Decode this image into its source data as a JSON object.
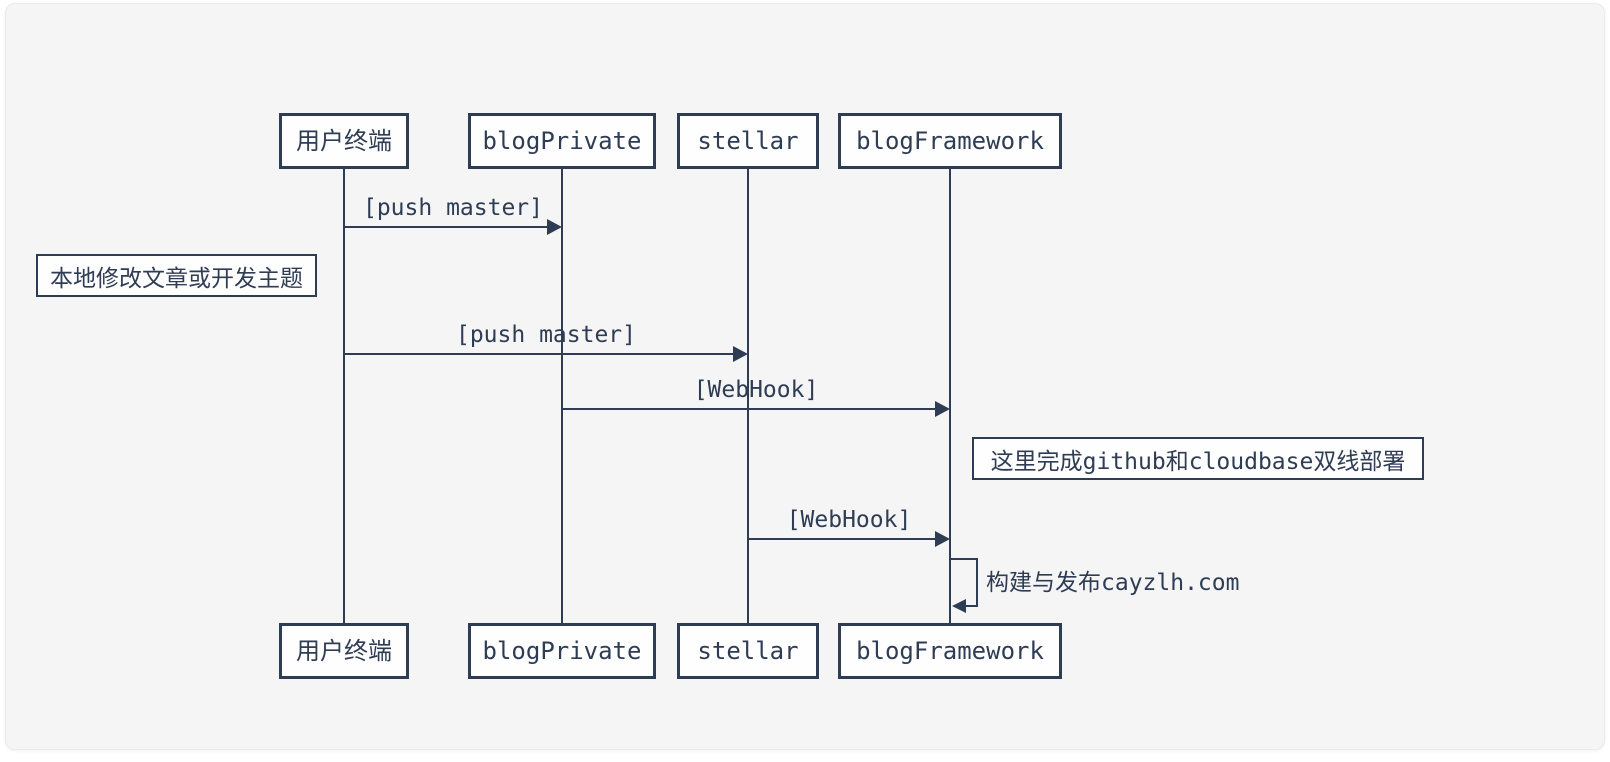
{
  "diagram": {
    "kind": "sequence-diagram",
    "colors": {
      "ink": "#2e3c54",
      "node_background": "#fefefe",
      "canvas_background": "#f5f5f6",
      "page_background": "#ffffff"
    },
    "actors": [
      {
        "id": "user",
        "label": "用户终端"
      },
      {
        "id": "blogPrivate",
        "label": "blogPrivate"
      },
      {
        "id": "stellar",
        "label": "stellar"
      },
      {
        "id": "blogFramework",
        "label": "blogFramework"
      }
    ],
    "messages": [
      {
        "from": "user",
        "to": "blogPrivate",
        "label": "[push master]"
      },
      {
        "from": "user",
        "to": "stellar",
        "label": "[push master]"
      },
      {
        "from": "blogPrivate",
        "to": "blogFramework",
        "label": "[WebHook]"
      },
      {
        "from": "stellar",
        "to": "blogFramework",
        "label": "[WebHook]"
      }
    ],
    "notes": [
      {
        "position": "left-of-user",
        "text": "本地修改文章或开发主题"
      },
      {
        "position": "right-of-blogFramework",
        "text": "这里完成github和cloudbase双线部署"
      }
    ],
    "self_message": {
      "actor": "blogFramework",
      "label": "构建与发布cayzlh.com"
    }
  }
}
